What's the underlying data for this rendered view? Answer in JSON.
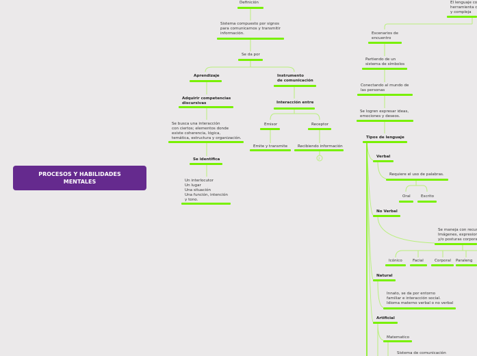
{
  "central": "PROCESOS Y HABILIDADES\nMENTALES",
  "colors": {
    "background": "#ebe9ea",
    "central": "#652a8e",
    "underline": "#78f000",
    "connector": "#b8f07a"
  },
  "nodes": {
    "definicion": "Definición",
    "sistema": "Sistema compuesto por signos\npara comunicarnos y transmitir\ninformación.",
    "se_da_por": "Se da por",
    "aprendizaje": "Aprendizaje",
    "instrumento": "Instrumento\nde comunicación",
    "adquirir": "Adquirir competencias\ndiscursivas",
    "interaccion": "Interacción entre",
    "se_busca": "Se busca una interacción\ncon ciertos; elementos donde\nexiste coherencia, lógica,\ntemática, estructura y organización.",
    "emisor": "Emisor",
    "receptor": "Receptor",
    "emite": "Emite y transmite",
    "recibiendo": "Recibiendo información",
    "collapsed_count": "2",
    "se_identifica": "Se identifica",
    "un_interlocutor": "Un interlocutor\nUn lugar\nUna situación\nUna función, intención\ny tono.",
    "el_lenguaje": "El lenguaje co\nherramienta c\ny compleja",
    "escenarios": "Escenarios de\nencuentro",
    "partiendo": "Partiendo de un\nsistema de símbolos",
    "conectando": "Conectando al mundo de\nlas personas",
    "se_logren": "Se logren expresar ideas,\nemociones y deseos.",
    "tipos": "Tipos de lenguaje",
    "verbal": "Verbal",
    "requiere": "Requiere el uso de palabras.",
    "oral": "Oral",
    "escrito": "Escrito",
    "no_verbal": "No Verbal",
    "se_maneja": "Se maneja con recur\nImágenes, expresion\ny/o posturas corpora",
    "iconico": "Icónico",
    "facial": "Facial",
    "corporal": "Corporal",
    "paraleng": "Paraleng",
    "natural": "Natural",
    "innato": "Innato, se da por entorno\nfamiliar e interacción social.\nIdioma materno verbal o no verbal",
    "artificial": "Artificial",
    "matematico": "Matematico",
    "sistema_com": "Sistema de comunicación"
  }
}
